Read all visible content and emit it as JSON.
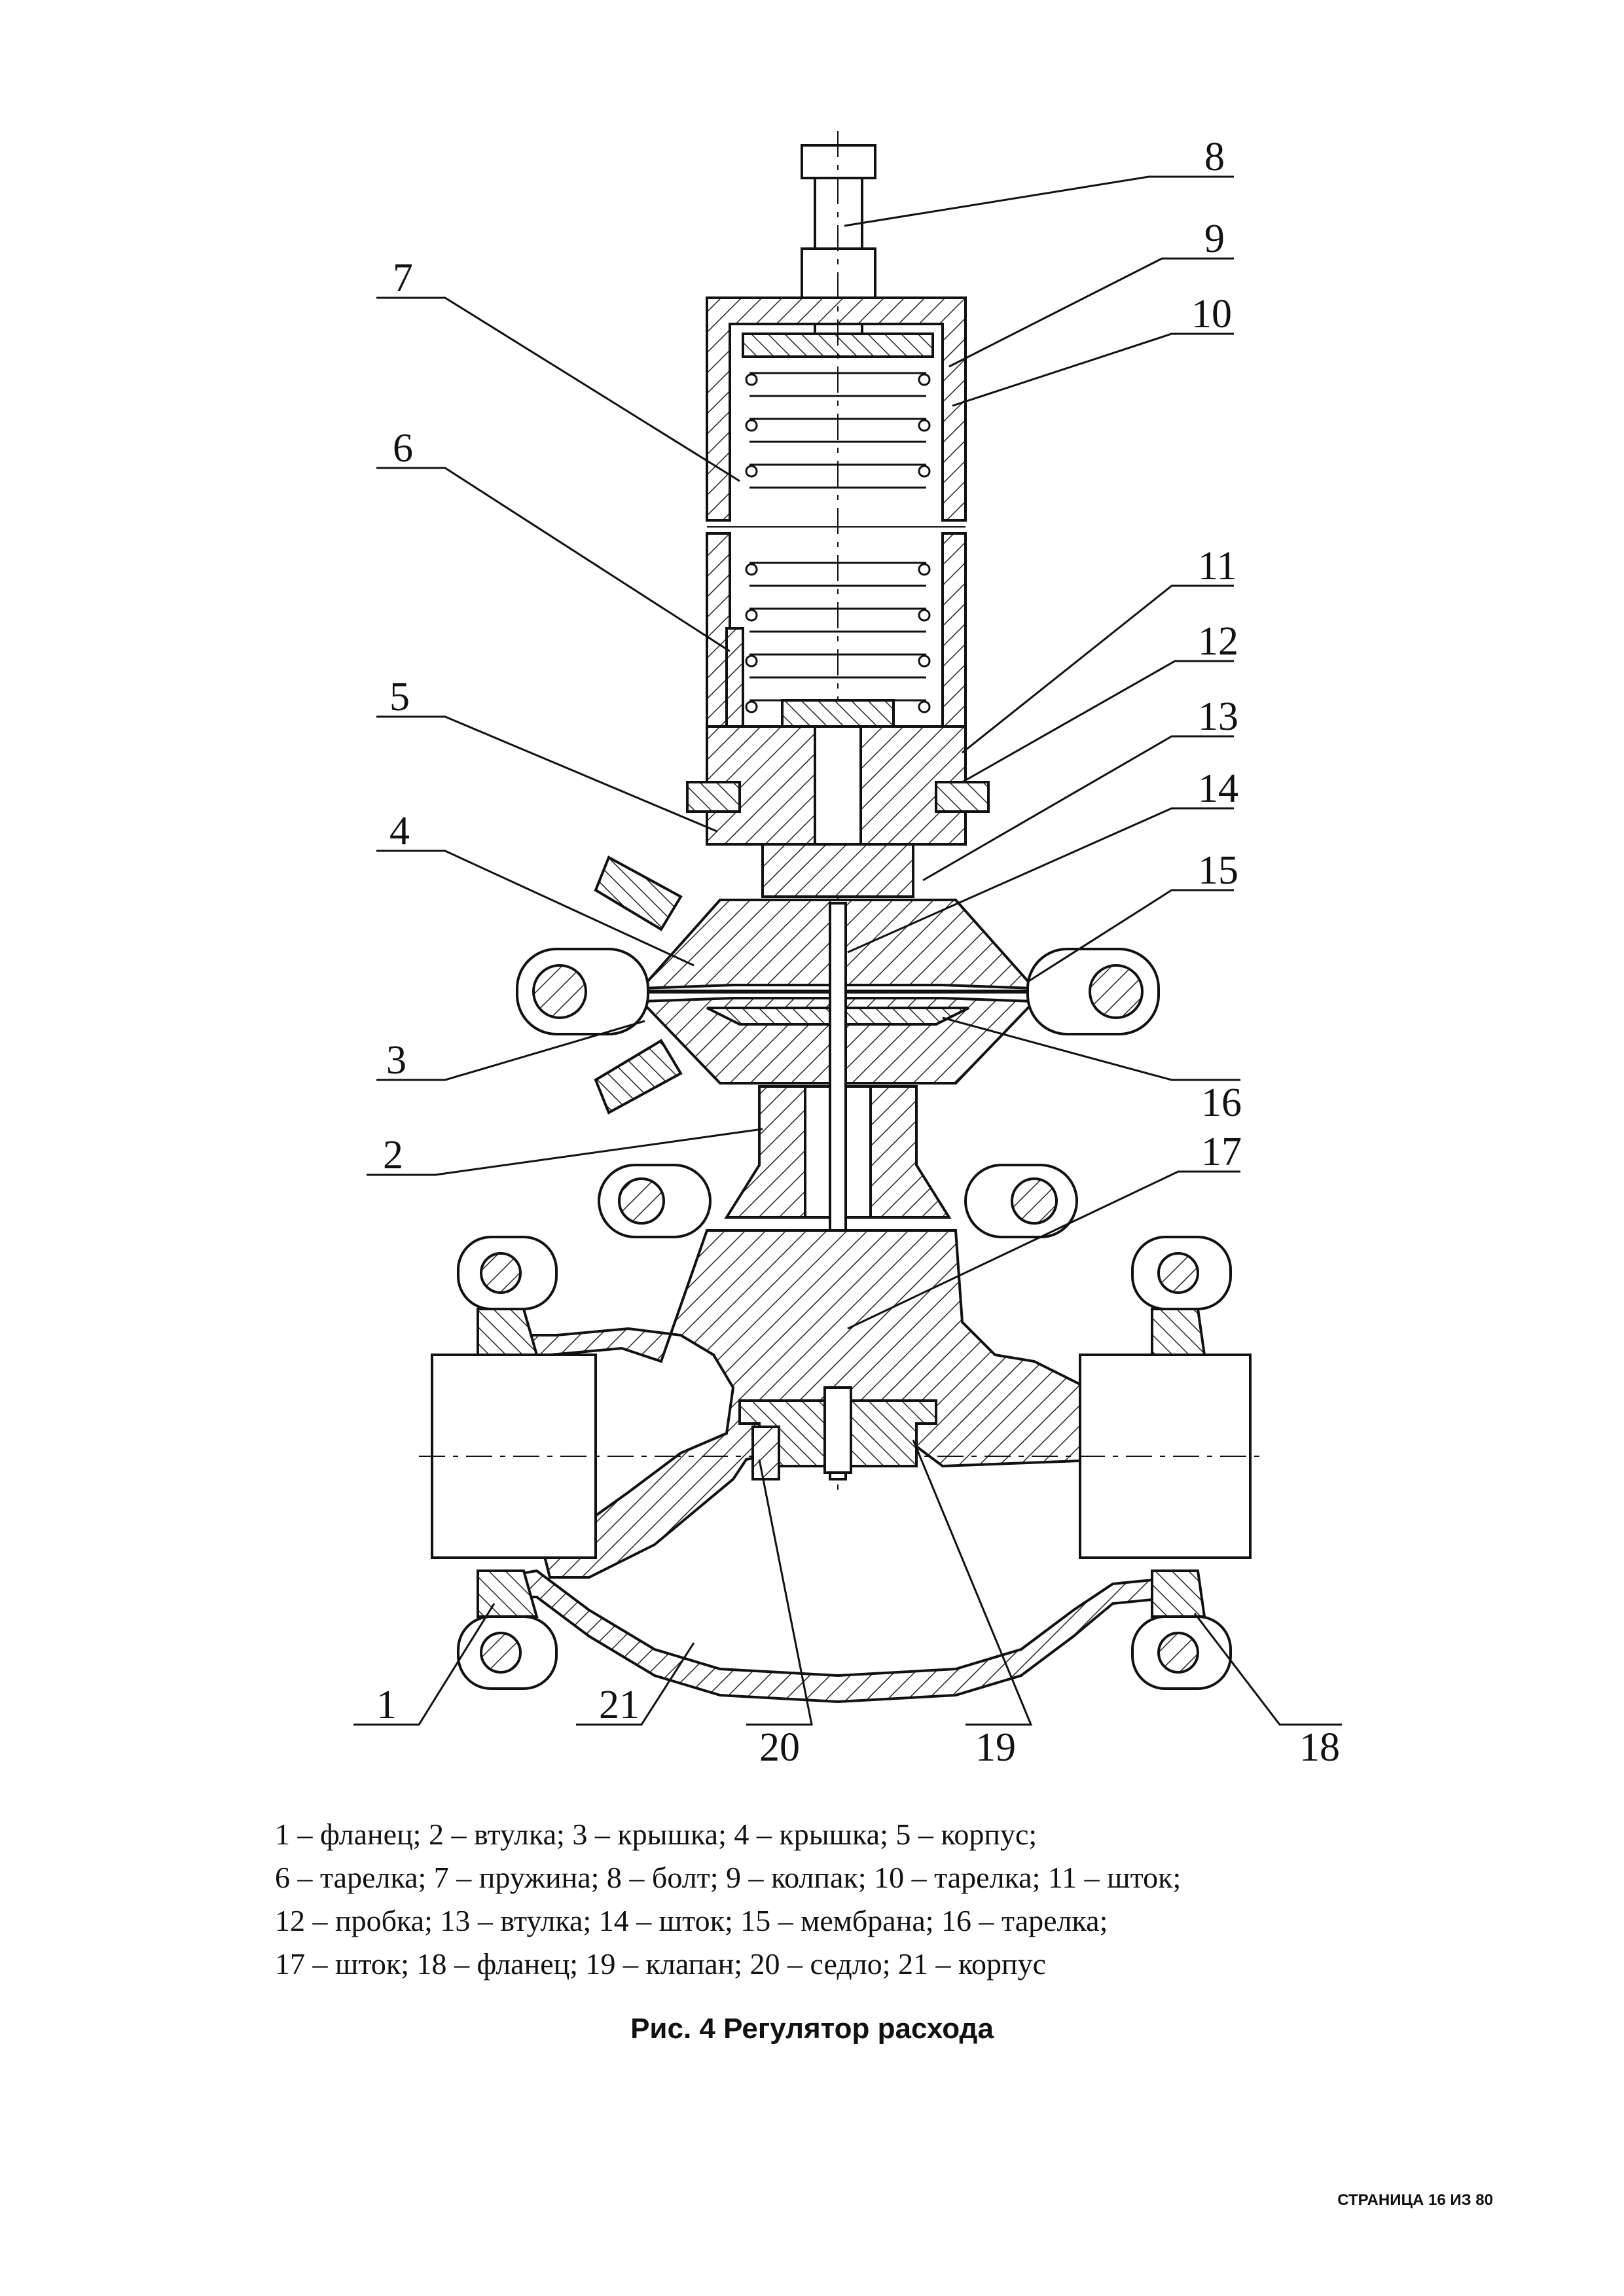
{
  "figure": {
    "callouts": [
      "1",
      "2",
      "3",
      "4",
      "5",
      "6",
      "7",
      "8",
      "9",
      "10",
      "11",
      "12",
      "13",
      "14",
      "15",
      "16",
      "17",
      "18",
      "19",
      "20",
      "21"
    ]
  },
  "legend": {
    "lines": [
      "1 – фланец;  2 – втулка;  3 – крышка;  4 – крышка;  5 – корпус;",
      "6 – тарелка; 7 – пружина;  8 – болт;  9 – колпак; 10 – тарелка;  11 – шток;",
      "12 – пробка; 13 – втулка; 14 – шток; 15 – мембрана; 16 – тарелка;",
      "17 – шток; 18 – фланец; 19 – клапан; 20 – седло; 21 – корпус"
    ]
  },
  "caption": "Рис. 4  Регулятор расхода",
  "page_number": "СТРАНИЦА 16 ИЗ 80"
}
